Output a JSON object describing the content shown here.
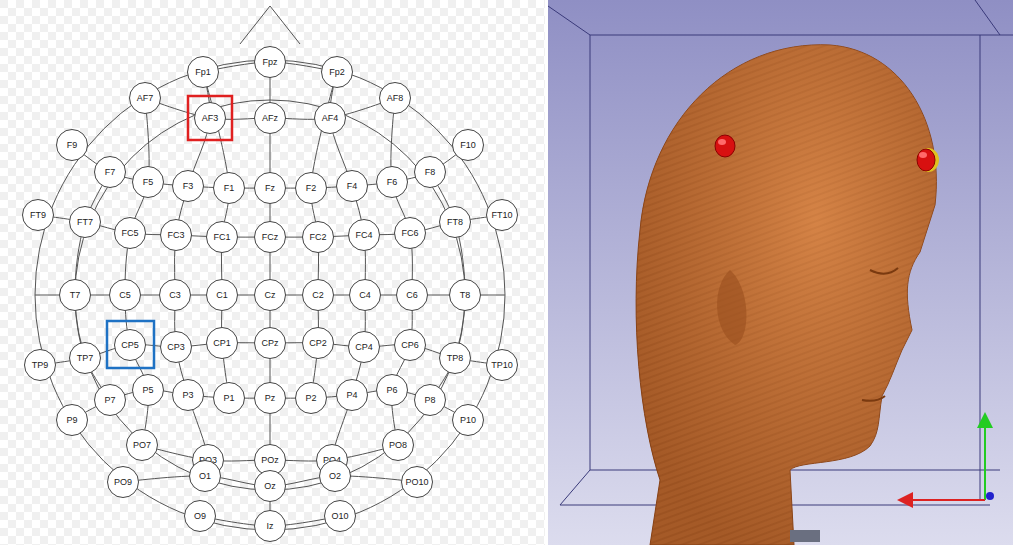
{
  "diagram": {
    "nodes": [
      {
        "text": [
          "Fp1"
        ]
      },
      {
        "text": [
          "Fpz"
        ]
      },
      {
        "text": [
          "Fp2"
        ]
      },
      {
        "text": [
          "AF7"
        ]
      },
      {
        "text": [
          "AF3"
        ]
      },
      {
        "text": [
          "AFz"
        ]
      },
      {
        "text": [
          "AF4"
        ]
      },
      {
        "text": [
          "AF8"
        ]
      },
      {
        "text": [
          "F9"
        ]
      },
      {
        "text": [
          "F7"
        ]
      },
      {
        "text": [
          "F5"
        ]
      },
      {
        "text": [
          "F3"
        ]
      },
      {
        "text": [
          "F1"
        ]
      },
      {
        "text": [
          "Fz"
        ]
      },
      {
        "text": [
          "F2"
        ]
      },
      {
        "text": [
          "F4"
        ]
      },
      {
        "text": [
          "F6"
        ]
      },
      {
        "text": [
          "F8"
        ]
      },
      {
        "text": [
          "F10"
        ]
      },
      {
        "text": [
          "FT9"
        ]
      },
      {
        "text": [
          "FT7"
        ]
      },
      {
        "text": [
          "FC5"
        ]
      },
      {
        "text": [
          "FC3"
        ]
      },
      {
        "text": [
          "FC1"
        ]
      },
      {
        "text": [
          "FCz"
        ]
      },
      {
        "text": [
          "FC2"
        ]
      },
      {
        "text": [
          "FC4"
        ]
      },
      {
        "text": [
          "FC6"
        ]
      },
      {
        "text": [
          "FT8"
        ]
      },
      {
        "text": [
          "FT10"
        ]
      },
      {
        "text": [
          "T7"
        ]
      },
      {
        "text": [
          "C5"
        ]
      },
      {
        "text": [
          "C3"
        ]
      },
      {
        "text": [
          "C1"
        ]
      },
      {
        "text": [
          "Cz"
        ]
      },
      {
        "text": [
          "C2"
        ]
      },
      {
        "text": [
          "C4"
        ]
      },
      {
        "text": [
          "C6"
        ]
      },
      {
        "text": [
          "T8"
        ]
      },
      {
        "text": [
          "TP9"
        ]
      },
      {
        "text": [
          "TP7"
        ]
      },
      {
        "text": [
          "CP5"
        ]
      },
      {
        "text": [
          "CP3"
        ]
      },
      {
        "text": [
          "CP1"
        ]
      },
      {
        "text": [
          "CPz"
        ]
      },
      {
        "text": [
          "CP2"
        ]
      },
      {
        "text": [
          "CP4"
        ]
      },
      {
        "text": [
          "CP6"
        ]
      },
      {
        "text": [
          "TP8"
        ]
      },
      {
        "text": [
          "TP10"
        ]
      },
      {
        "text": [
          "P9"
        ]
      },
      {
        "text": [
          "P7"
        ]
      },
      {
        "text": [
          "P5"
        ]
      },
      {
        "text": [
          "P3"
        ]
      },
      {
        "text": [
          "P1"
        ]
      },
      {
        "text": [
          "Pz"
        ]
      },
      {
        "text": [
          "P2"
        ]
      },
      {
        "text": [
          "P4"
        ]
      },
      {
        "text": [
          "P6"
        ]
      },
      {
        "text": [
          "P8"
        ]
      },
      {
        "text": [
          "P10"
        ]
      },
      {
        "text": [
          "PO7"
        ]
      },
      {
        "text": [
          "PO3"
        ]
      },
      {
        "text": [
          "POz"
        ]
      },
      {
        "text": [
          "PO4"
        ]
      },
      {
        "text": [
          "PO8"
        ]
      },
      {
        "text": [
          "PO9"
        ]
      },
      {
        "text": [
          "O1"
        ]
      },
      {
        "text": [
          "Oz"
        ]
      },
      {
        "text": [
          "O2"
        ]
      },
      {
        "text": [
          "PO10"
        ]
      },
      {
        "text": [
          "O9"
        ]
      },
      {
        "text": [
          "Iz"
        ]
      },
      {
        "text": [
          "O10"
        ]
      }
    ]
  }
}
